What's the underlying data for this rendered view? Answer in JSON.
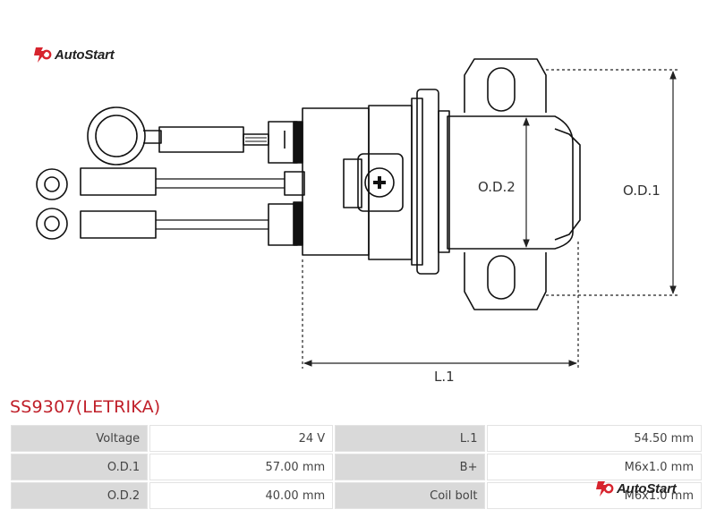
{
  "brand": {
    "name": "AutoStart",
    "accent": "#d7242e"
  },
  "diagram": {
    "labels": {
      "od1": "O.D.1",
      "od2": "O.D.2",
      "l1": "L.1"
    }
  },
  "part": {
    "title": "SS9307(LETRIKA)"
  },
  "specs": [
    {
      "k1": "Voltage",
      "v1": "24 V",
      "k2": "L.1",
      "v2": "54.50 mm"
    },
    {
      "k1": "O.D.1",
      "v1": "57.00 mm",
      "k2": "B+",
      "v2": "M6x1.0 mm"
    },
    {
      "k1": "O.D.2",
      "v1": "40.00 mm",
      "k2": "Coil bolt",
      "v2": "M6x1.0 mm"
    }
  ]
}
